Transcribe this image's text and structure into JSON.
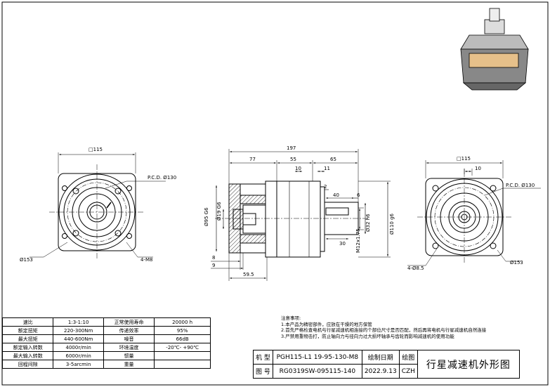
{
  "dimensions": {
    "front_square": "□115",
    "front_pcd": "P.C.D. Ø130",
    "front_outer": "Ø153",
    "front_holes": "4-M8",
    "side_total": "197",
    "side_77": "77",
    "side_55": "55",
    "side_65": "65",
    "side_10": "10",
    "side_11": "11",
    "side_2": "2",
    "side_40": "40",
    "side_6": "6",
    "side_30": "30",
    "side_95g6": "Ø95 G6",
    "side_19g6": "Ø19 G6",
    "side_110g6": "Ø110 g6",
    "side_m12": "M12x1.75",
    "side_32": "Ø32 h6",
    "side_8": "8",
    "side_9": "9",
    "side_59": "59.5",
    "rear_square": "□115",
    "rear_10": "10",
    "rear_pcd": "P.C.D. Ø130",
    "rear_outer": "Ø153",
    "rear_holes": "4-Ø8.5"
  },
  "specs": [
    [
      "速比",
      "1:3-1:10",
      "正常使用寿命",
      "20000 h"
    ],
    [
      "额定扭矩",
      "220-300Nm",
      "传递效率",
      "95%"
    ],
    [
      "最大扭矩",
      "440-600Nm",
      "噪音",
      "66dB"
    ],
    [
      "额定输入转数",
      "4000r/min",
      "环境温度",
      "-20℃- +90℃"
    ],
    [
      "最大输入转数",
      "6000r/min",
      "惯量",
      ""
    ],
    [
      "回程间隙",
      "3-5arcmin",
      "重量",
      ""
    ]
  ],
  "notes": {
    "title": "注意事项:",
    "lines": [
      "1.本产品为精密部件，应放在干燥的地方保管",
      "2.首先严格检查电机与行星减速机相连接的个部位尺寸是否匹配，然后再将电机与行星减速机自然连接",
      "3.严禁用重物击打，防止轴向力与径向力过大损坏轴承与齿轮而影响减速机的使用功能"
    ]
  },
  "title_block": {
    "model_label": "机  型",
    "model_value": "PGH115-L1 19-95-130-M8",
    "drawing_no_label": "图  号",
    "drawing_no_value": "RG0319SW-095115-140",
    "date_label": "绘制日期",
    "date_value": "2022.9.13",
    "drawer_label": "绘图",
    "drawer_value": "CZH",
    "drawing_title": "行星减速机外形图"
  }
}
